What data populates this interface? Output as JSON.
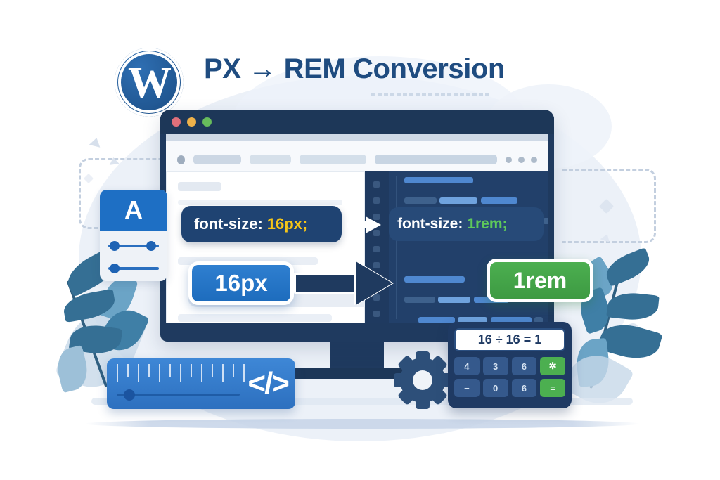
{
  "header": {
    "logo_icon": "wordpress-logo-icon",
    "logo_letter": "W",
    "title_prefix": "PX",
    "title_arrow": "→",
    "title_suffix": "REM Conversion",
    "title_full": "PX → REM Conversion"
  },
  "browser": {
    "traffic_lights": [
      "red",
      "yellow",
      "green"
    ],
    "toolbar_placeholders": 4,
    "toolbar_menu_dots": 3
  },
  "code_pills": {
    "source": {
      "prop": "font-size:",
      "value": "16px",
      "semicolon": ";",
      "value_color": "#f5c518"
    },
    "target": {
      "prop": "font-size:",
      "value": "1rem",
      "semicolon": ";",
      "value_color": "#5ec95a"
    }
  },
  "badges": {
    "from": {
      "label": "16px",
      "color": "#1d6cbd"
    },
    "to": {
      "label": "1rem",
      "color": "#4caf50"
    }
  },
  "arrows": {
    "small_label": "code-conversion-arrow",
    "big_label": "unit-conversion-arrow"
  },
  "typography_panel": {
    "icon_letter": "A",
    "sliders": [
      {
        "name": "font-size-slider",
        "knobs": 2
      },
      {
        "name": "line-height-slider",
        "knobs": 1
      }
    ]
  },
  "ruler_widget": {
    "tick_count": 13,
    "code_glyph": "</>"
  },
  "gear": {
    "icon": "gear-icon",
    "teeth": 8
  },
  "calculator": {
    "display": "16 ÷ 16 = 1",
    "keys": [
      {
        "label": "4",
        "style": "normal"
      },
      {
        "label": "3",
        "style": "normal"
      },
      {
        "label": "6",
        "style": "normal"
      },
      {
        "label": "✲",
        "style": "green"
      },
      {
        "label": "−",
        "style": "normal"
      },
      {
        "label": "0",
        "style": "normal"
      },
      {
        "label": "6",
        "style": "normal"
      },
      {
        "label": "=",
        "style": "green"
      }
    ]
  },
  "colors": {
    "brand_navy": "#1f3a5f",
    "accent_blue": "#1d6cbd",
    "accent_green": "#4caf50",
    "accent_gold": "#f5c518",
    "background": "#ffffff",
    "blob": "#e9eff7"
  }
}
